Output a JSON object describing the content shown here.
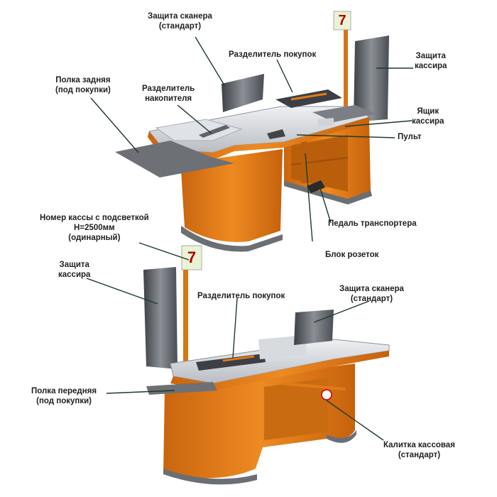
{
  "colors": {
    "body": "#e07b18",
    "body_dark": "#b55d0c",
    "metal": "#c9ccd1",
    "metal_dark": "#8e939a",
    "shelf": "#6d7075",
    "panel": "#5c6066",
    "leader": "#1e3a2a"
  },
  "register_number": "7",
  "top_view": {
    "labels": [
      {
        "id": "scanner-guard",
        "lines": [
          "Защита сканера",
          "(стандарт)"
        ]
      },
      {
        "id": "buyer-divider",
        "lines": [
          "Разделитель покупок"
        ]
      },
      {
        "id": "cashier-guard",
        "lines": [
          "Защита",
          "кассира"
        ]
      },
      {
        "id": "back-shelf",
        "lines": [
          "Полка задняя",
          "(под покупки)"
        ]
      },
      {
        "id": "accumulator-divider",
        "lines": [
          "Разделитель",
          "накопителя"
        ]
      },
      {
        "id": "cashier-drawer",
        "lines": [
          "Ящик",
          "кассира"
        ]
      },
      {
        "id": "remote",
        "lines": [
          "Пульт"
        ]
      },
      {
        "id": "conveyor-pedal",
        "lines": [
          "Педаль транспортера"
        ]
      },
      {
        "id": "socket-block",
        "lines": [
          "Блок розеток"
        ]
      }
    ]
  },
  "bottom_view": {
    "labels": [
      {
        "id": "lit-number",
        "lines": [
          "Номер кассы с подсветкой",
          "H=2500мм",
          "(одинарный)"
        ]
      },
      {
        "id": "cashier-guard-2",
        "lines": [
          "Защита",
          "кассира"
        ]
      },
      {
        "id": "buyer-divider-2",
        "lines": [
          "Разделитель покупок"
        ]
      },
      {
        "id": "scanner-guard-2",
        "lines": [
          "Защита сканера",
          "(стандарт)"
        ]
      },
      {
        "id": "front-shelf",
        "lines": [
          "Полка передняя",
          "(под покупки)"
        ]
      },
      {
        "id": "gate",
        "lines": [
          "Калитка кассовая",
          "(стандарт)"
        ]
      }
    ]
  }
}
